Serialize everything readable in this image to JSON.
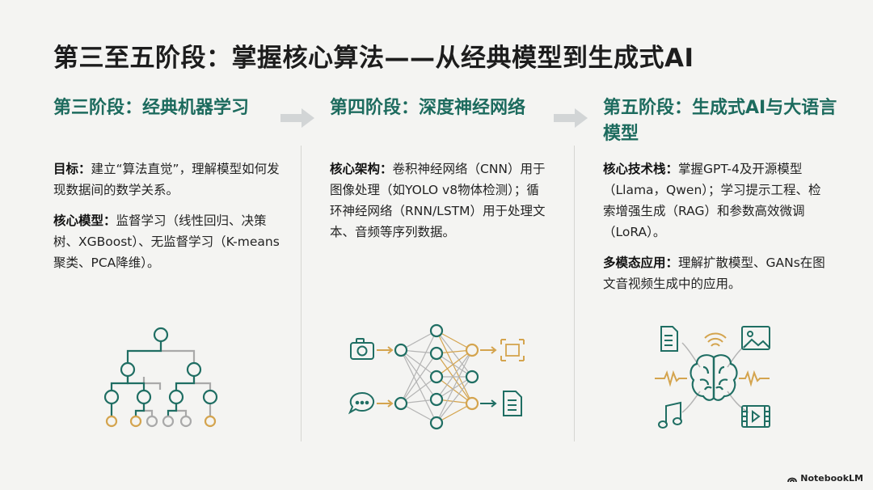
{
  "slide": {
    "title": "第三至五阶段：掌握核心算法——从经典模型到生成式AI"
  },
  "columns": [
    {
      "heading": "第三阶段：经典机器学习",
      "paragraphs": [
        {
          "label": "目标：",
          "text": "建立“算法直觉”，理解模型如何发现数据间的数学关系。"
        },
        {
          "label": "核心模型：",
          "text": "监督学习（线性回归、决策树、XGBoost）、无监督学习（K-means聚类、PCA降维）。"
        }
      ],
      "illustration": "decision-tree-icon"
    },
    {
      "heading": "第四阶段：深度神经网络",
      "paragraphs": [
        {
          "label": "核心架构：",
          "text": "卷积神经网络（CNN）用于图像处理（如YOLO v8物体检测）；循环神经网络（RNN/LSTM）用于处理文本、音频等序列数据。"
        }
      ],
      "illustration": "neural-network-icon"
    },
    {
      "heading": "第五阶段：生成式AI与大语言模型",
      "paragraphs": [
        {
          "label": "核心技术栈：",
          "text": "掌握GPT-4及开源模型（Llama，Qwen）；学习提示工程、检索增强生成（RAG）和参数高效微调（LoRA）。"
        },
        {
          "label": "多模态应用：",
          "text": "理解扩散模型、GANs在图文音视频生成中的应用。"
        }
      ],
      "illustration": "multimodal-brain-icon"
    }
  ],
  "colors": {
    "heading_teal": "#1d6b5e",
    "icon_teal": "#1f6e63",
    "icon_gold": "#d4a44e",
    "icon_gray": "#a9a9a9"
  },
  "brand": {
    "name": "NotebookLM",
    "icon": "notebooklm-logo-icon"
  }
}
